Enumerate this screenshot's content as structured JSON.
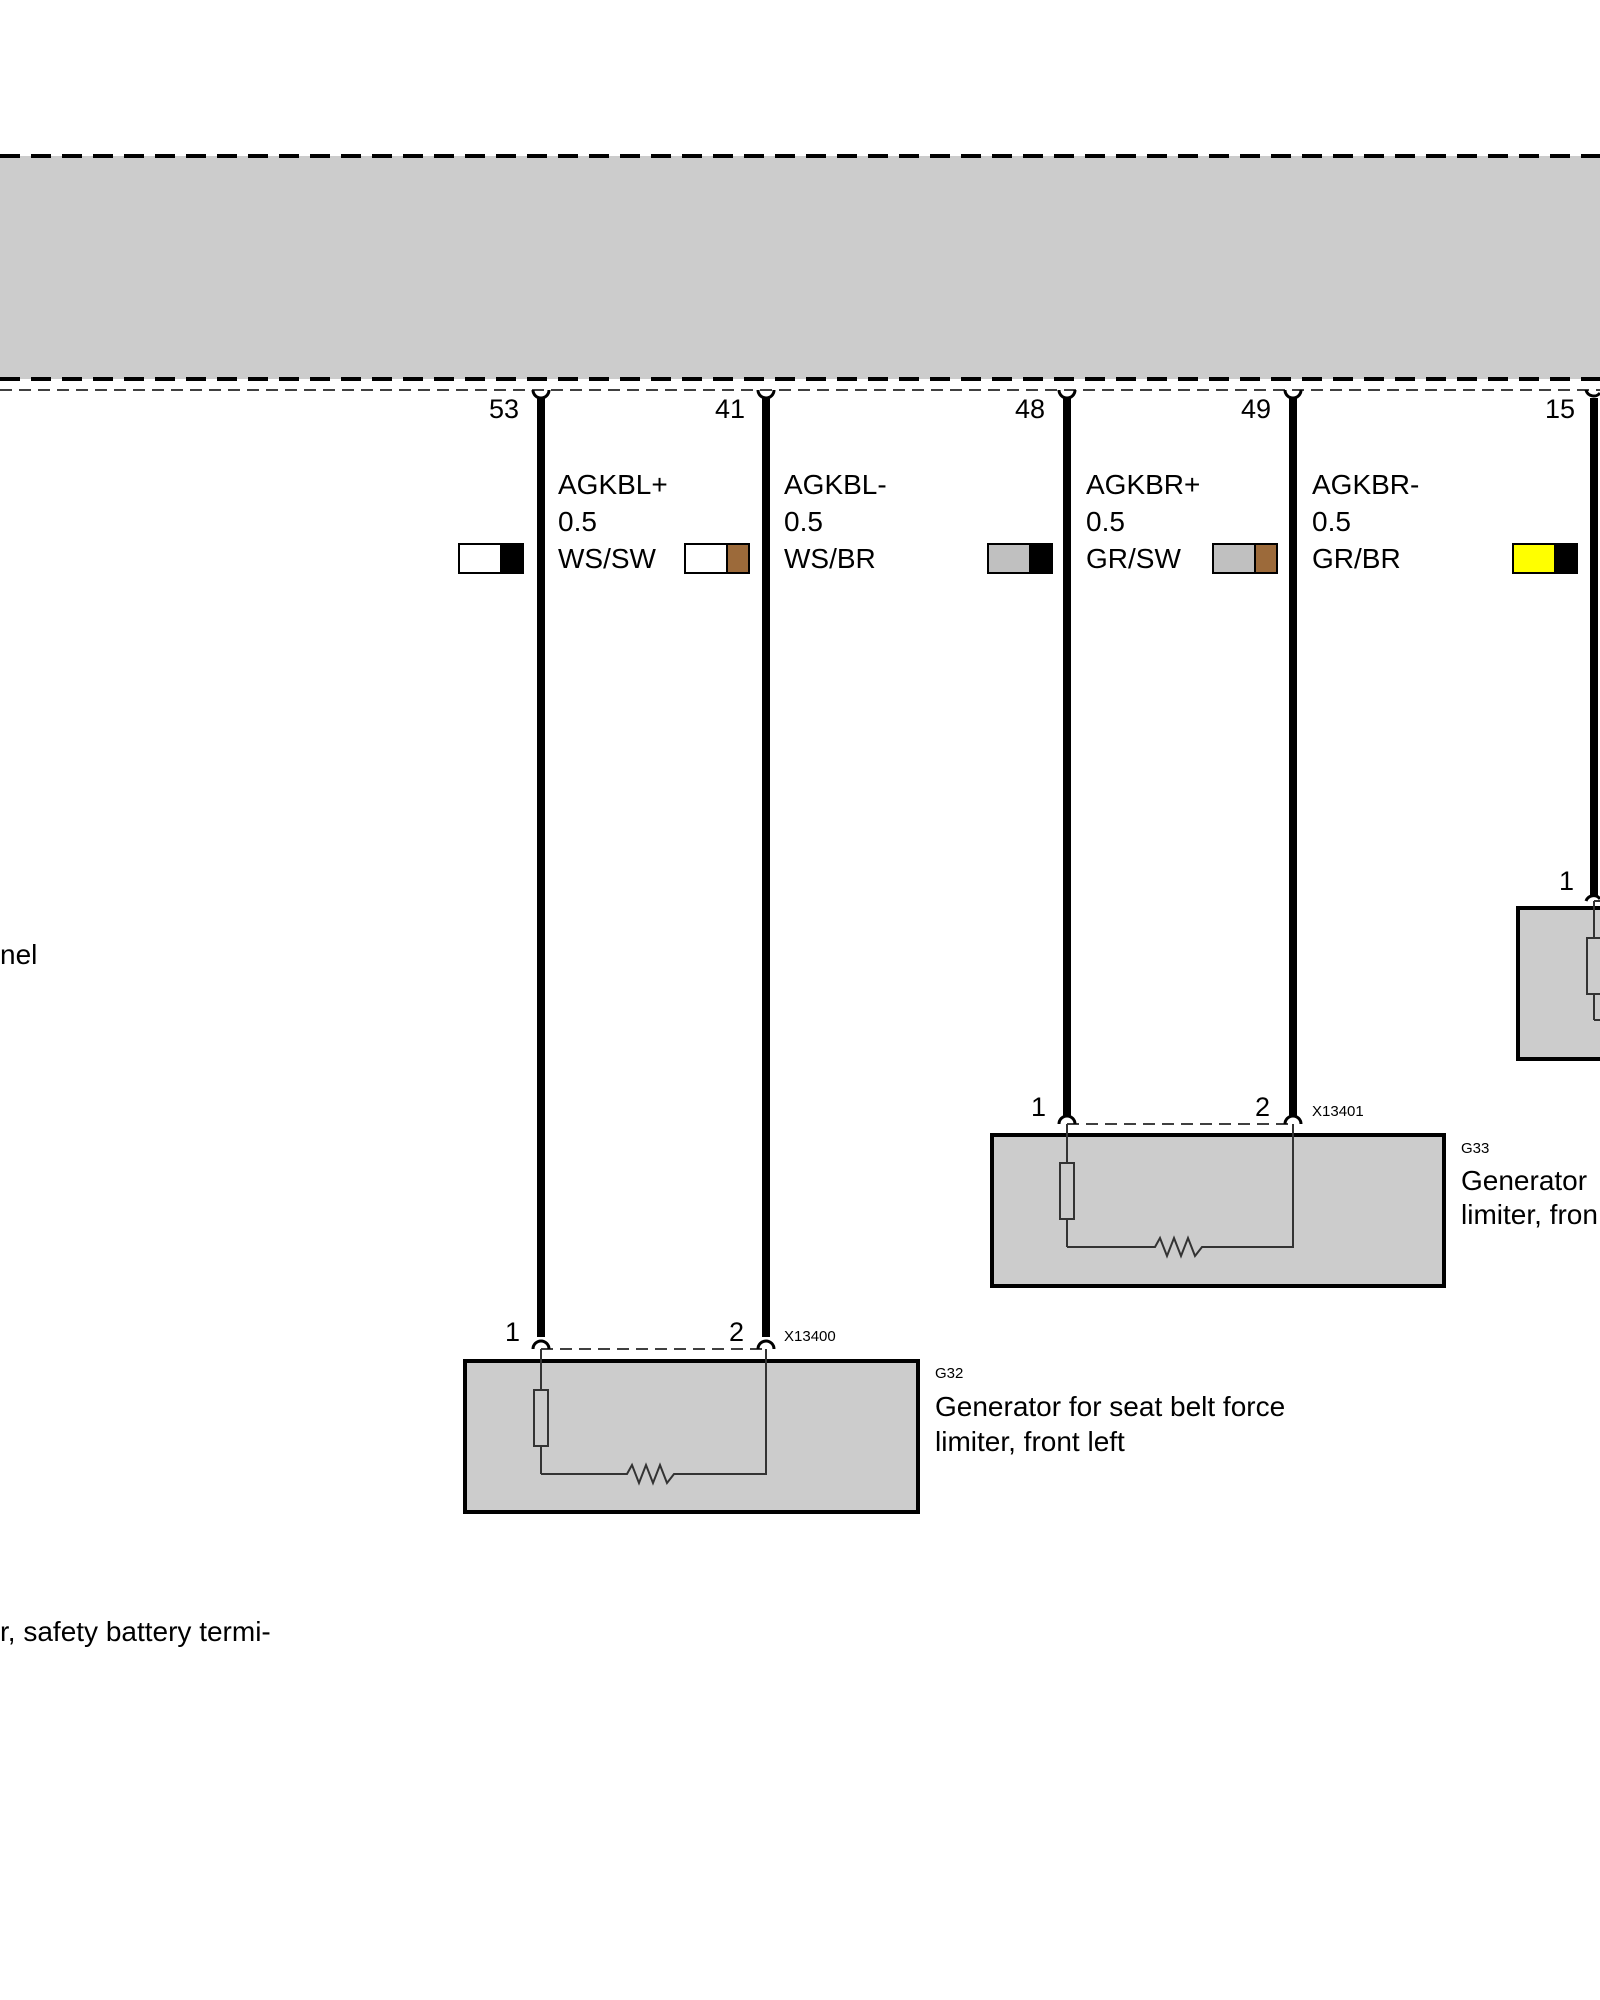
{
  "control_unit": {
    "fill_color": "#cccccc",
    "pins": [
      "53",
      "41",
      "48",
      "49",
      "15"
    ]
  },
  "wires": [
    {
      "pin": "53",
      "signal": "AGKBL+",
      "cross_section": "0.5",
      "color_code": "WS/SW",
      "swatch": [
        "#ffffff",
        "#000000"
      ]
    },
    {
      "pin": "41",
      "signal": "AGKBL-",
      "cross_section": "0.5",
      "color_code": "WS/BR",
      "swatch": [
        "#ffffff",
        "#9c6a3a"
      ]
    },
    {
      "pin": "48",
      "signal": "AGKBR+",
      "cross_section": "0.5",
      "color_code": "GR/SW",
      "swatch": [
        "#c0c0c0",
        "#000000"
      ]
    },
    {
      "pin": "49",
      "signal": "AGKBR-",
      "cross_section": "0.5",
      "color_code": "GR/BR",
      "swatch": [
        "#c0c0c0",
        "#9c6a3a"
      ]
    },
    {
      "pin": "15",
      "swatch": [
        "#ffff00",
        "#000000"
      ]
    }
  ],
  "components": {
    "g32": {
      "id": "G32",
      "connector": "X13400",
      "pin_a": "1",
      "pin_b": "2",
      "desc_line1": "Generator for seat belt force",
      "desc_line2": "limiter, front left"
    },
    "g33": {
      "id": "G33",
      "connector": "X13401",
      "pin_a": "1",
      "pin_b": "2",
      "desc_line1": "Generator",
      "desc_line2": "limiter, fron"
    },
    "right_partial": {
      "pin": "1"
    }
  },
  "left_fragments": {
    "text1": "nel",
    "text2": "r, safety battery termi-"
  }
}
